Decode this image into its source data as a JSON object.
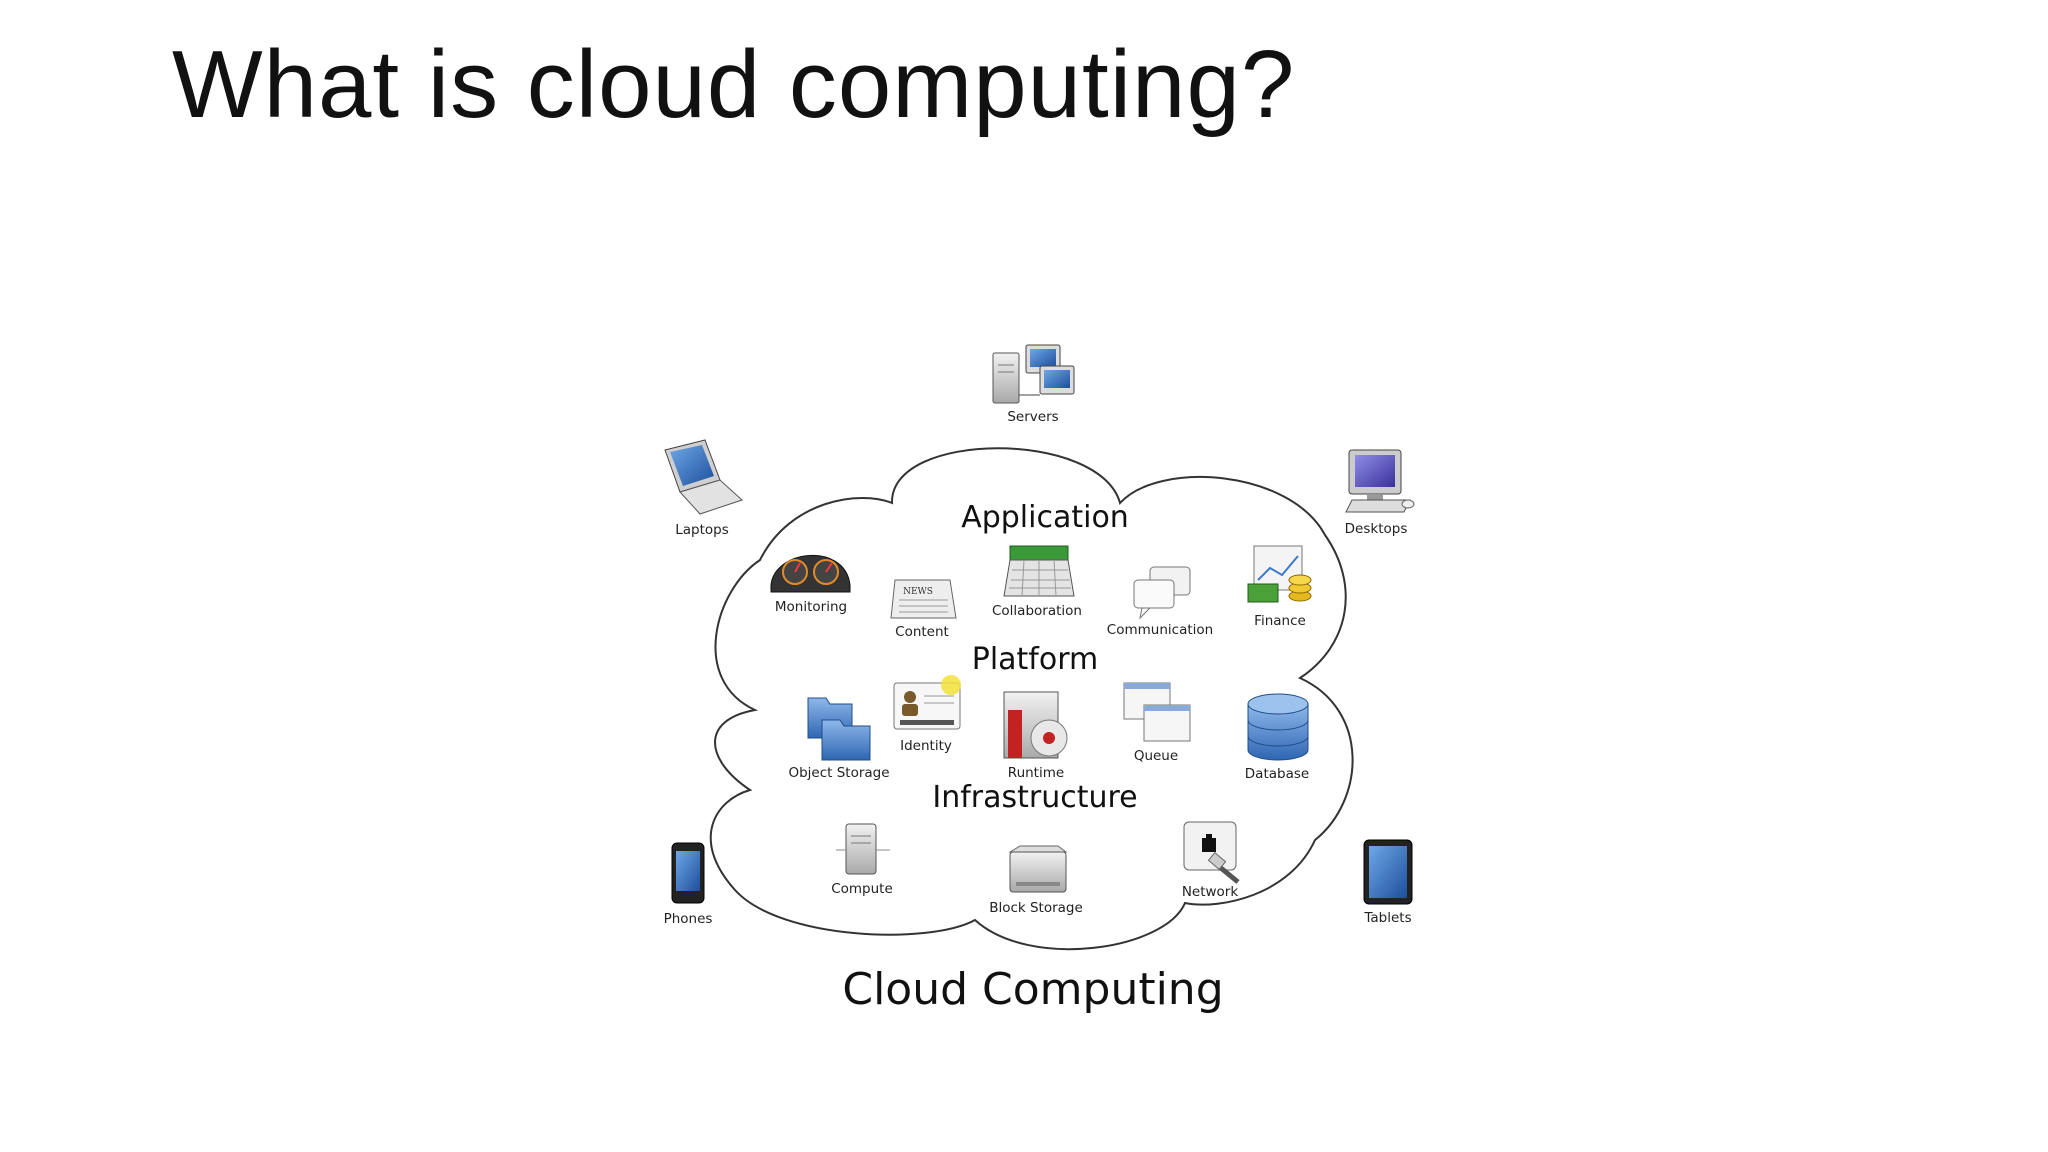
{
  "slide": {
    "title": "What is cloud computing?"
  },
  "diagram": {
    "caption": "Cloud Computing",
    "sections": {
      "application": "Application",
      "platform": "Platform",
      "infrastructure": "Infrastructure"
    },
    "devices": {
      "servers": "Servers",
      "laptops": "Laptops",
      "desktops": "Desktops",
      "phones": "Phones",
      "tablets": "Tablets"
    },
    "application_items": {
      "monitoring": "Monitoring",
      "content": "Content",
      "collaboration": "Collaboration",
      "communication": "Communication",
      "finance": "Finance"
    },
    "content_icon_text": "NEWS",
    "platform_items": {
      "object_storage": "Object Storage",
      "identity": "Identity",
      "runtime": "Runtime",
      "queue": "Queue",
      "database": "Database"
    },
    "infrastructure_items": {
      "compute": "Compute",
      "block_storage": "Block Storage",
      "network": "Network"
    }
  }
}
